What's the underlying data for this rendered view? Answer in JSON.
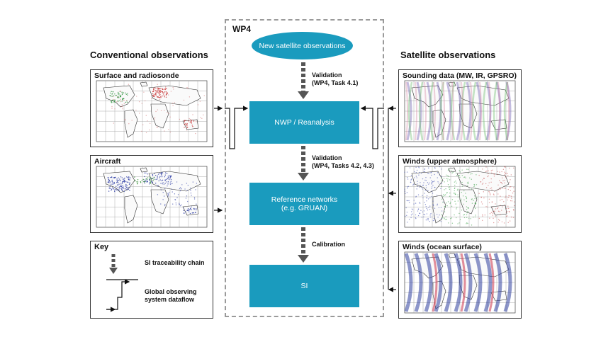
{
  "headings": {
    "left": "Conventional observations",
    "right": "Satellite observations"
  },
  "wp4": {
    "label": "WP4",
    "top_ellipse": "New satellite observations",
    "box_nwp": "NWP / Reanalysis",
    "box_ref_line1": "Reference networks",
    "box_ref_line2": "(e.g. GRUAN)",
    "box_si": "SI",
    "step1_line1": "Validation",
    "step1_line2": "(WP4, Task 4.1)",
    "step2_line1": "Validation",
    "step2_line2": "(WP4, Tasks 4.2, 4.3)",
    "step3": "Calibration"
  },
  "panels": {
    "surface": "Surface and radiosonde",
    "aircraft": "Aircraft",
    "sounding": "Sounding data (MW, IR, GPSRO)",
    "winds_upper": "Winds (upper atmosphere)",
    "winds_ocean": "Winds (ocean surface)"
  },
  "key": {
    "title": "Key",
    "si_chain": "SI traceability chain",
    "dataflow_line1": "Global observing",
    "dataflow_line2": "system dataflow"
  },
  "colors": {
    "box": "#1a9bbe",
    "dashed_arrow": "#555555",
    "wp4_border": "#9a9a9a"
  }
}
